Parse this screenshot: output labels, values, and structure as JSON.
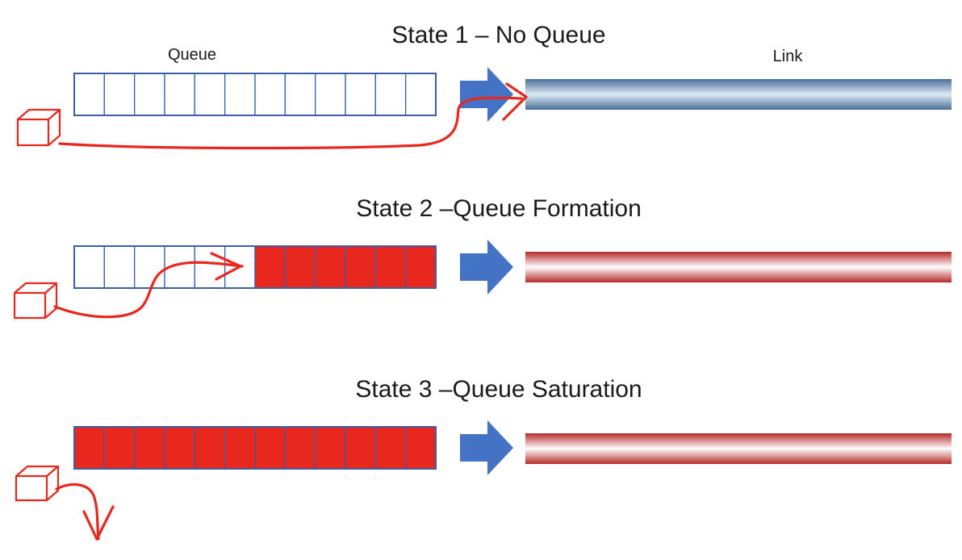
{
  "colors": {
    "queue_border": "#3b5eab",
    "cell_empty": "#ffffff",
    "cell_full": "#e8271e",
    "arrow_fill": "#4472c4",
    "link_blue_edge": "#4a6f98",
    "link_blue_mid": "#ddeaf5",
    "link_red_edge": "#b52a2a",
    "link_red_mid": "#ffffff",
    "packet_stroke": "#e8271e"
  },
  "labels": {
    "queue": "Queue",
    "link": "Link"
  },
  "states": [
    {
      "title": "State 1 – No Queue",
      "cells_total": 12,
      "cells_filled": 0,
      "link_state": "idle-blue",
      "packet_path": "bypass-to-link"
    },
    {
      "title": "State 2 –Queue Formation",
      "cells_total": 12,
      "cells_filled": 6,
      "link_state": "busy-red",
      "packet_path": "enqueue"
    },
    {
      "title": "State 3 –Queue Saturation",
      "cells_total": 12,
      "cells_filled": 12,
      "link_state": "busy-red",
      "packet_path": "dropped"
    }
  ],
  "icons": {
    "packet": "cube-icon",
    "forward": "right-arrow-icon"
  }
}
